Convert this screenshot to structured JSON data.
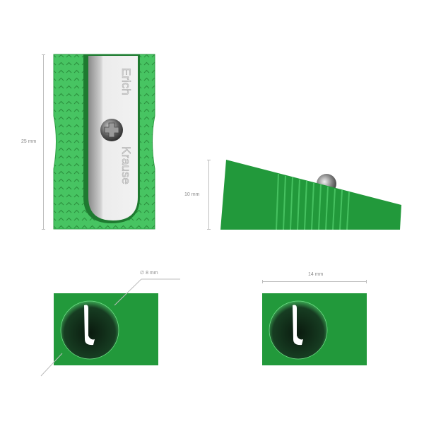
{
  "product": {
    "brand_engraving_1": "Erich",
    "brand_engraving_2": "Krause",
    "color_body": "#3fbf5a",
    "color_body_dark": "#2a9a3f",
    "color_side": "#1f8f3a",
    "color_blade": "#e6e6e6"
  },
  "views": {
    "top": {
      "dimension_label": "25 mm"
    },
    "side": {
      "dimension_label": "10 mm"
    },
    "front_left": {
      "dimension_label": "8 mm",
      "diameter_symbol": "∅"
    },
    "front_right": {
      "dimension_label": "14 mm"
    }
  }
}
